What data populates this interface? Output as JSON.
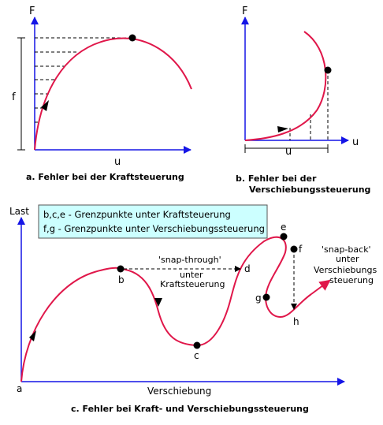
{
  "colors": {
    "curve": "#e0174a",
    "axis": "#1515e6",
    "legend_bg": "#ccffff",
    "point": "#000000"
  },
  "panel_a": {
    "y_label": "F",
    "x_label": "u",
    "f_label": "f",
    "caption": "a. Fehler bei der Kraftsteuerung"
  },
  "panel_b": {
    "y_label": "F",
    "x_label": "u",
    "x_label2": "u",
    "caption_line1": "b. Fehler bei der",
    "caption_line2": "Verschiebungssteuerung"
  },
  "panel_c": {
    "y_label": "Last",
    "x_label": "Verschiebung",
    "legend_line1": "b,c,e - Grenzpunkte unter Kraftsteuerung",
    "legend_line2": "f,g - Grenzpunkte unter Verschiebungssteuerung",
    "points": {
      "a": "a",
      "b": "b",
      "c": "c",
      "d": "d",
      "e": "e",
      "f": "f",
      "g": "g",
      "h": "h"
    },
    "snap_through": [
      "'snap-through'",
      "unter",
      "Kraftsteuerung"
    ],
    "snap_back": [
      "'snap-back'",
      "unter",
      "Verschiebungs",
      "steuerung"
    ],
    "caption": "c. Fehler bei Kraft- und Verschiebungssteuerung"
  }
}
